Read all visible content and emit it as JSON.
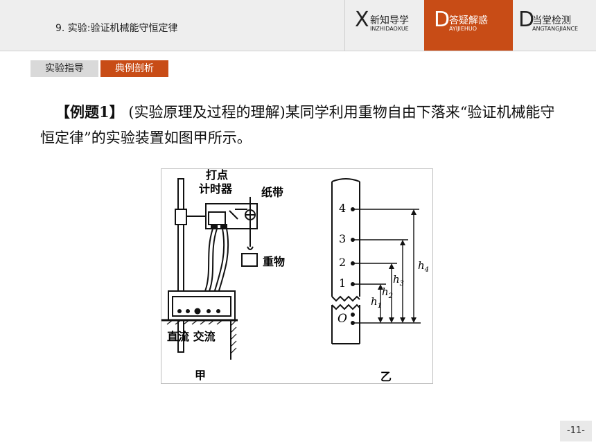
{
  "header": {
    "title": "9. 实验:验证机械能守恒定律",
    "tabs": [
      {
        "letter": "X",
        "label": "新知导学",
        "sub": "INZHIDAOXUE",
        "active": false
      },
      {
        "letter": "D",
        "label": "答疑解惑",
        "sub": "AYIJIEHUO",
        "active": true
      },
      {
        "letter": "D",
        "label": "当堂检测",
        "sub": "ANGTANGJIANCE",
        "active": false
      }
    ]
  },
  "subtabs": [
    "实验指导",
    "典例剖析"
  ],
  "content": {
    "example_label": "【例题1】",
    "text": "(实验原理及过程的理解)某同学利用重物自由下落来“验证机械能守恒定律”的实验装置如图甲所示。"
  },
  "figure": {
    "labels": {
      "timer_1": "打点",
      "timer_2": "计时器",
      "tape": "纸带",
      "weight": "重物",
      "power": "直流 交流",
      "fig_a": "甲",
      "fig_b": "乙"
    },
    "points": [
      "4",
      "3",
      "2",
      "1",
      "O"
    ],
    "heights": [
      "h",
      "h",
      "h",
      "h"
    ],
    "height_subs": [
      "1",
      "2",
      "3",
      "4"
    ]
  },
  "page": {
    "number": "-11-"
  },
  "colors": {
    "accent": "#c84c16",
    "header_bg": "#eeeeee"
  }
}
